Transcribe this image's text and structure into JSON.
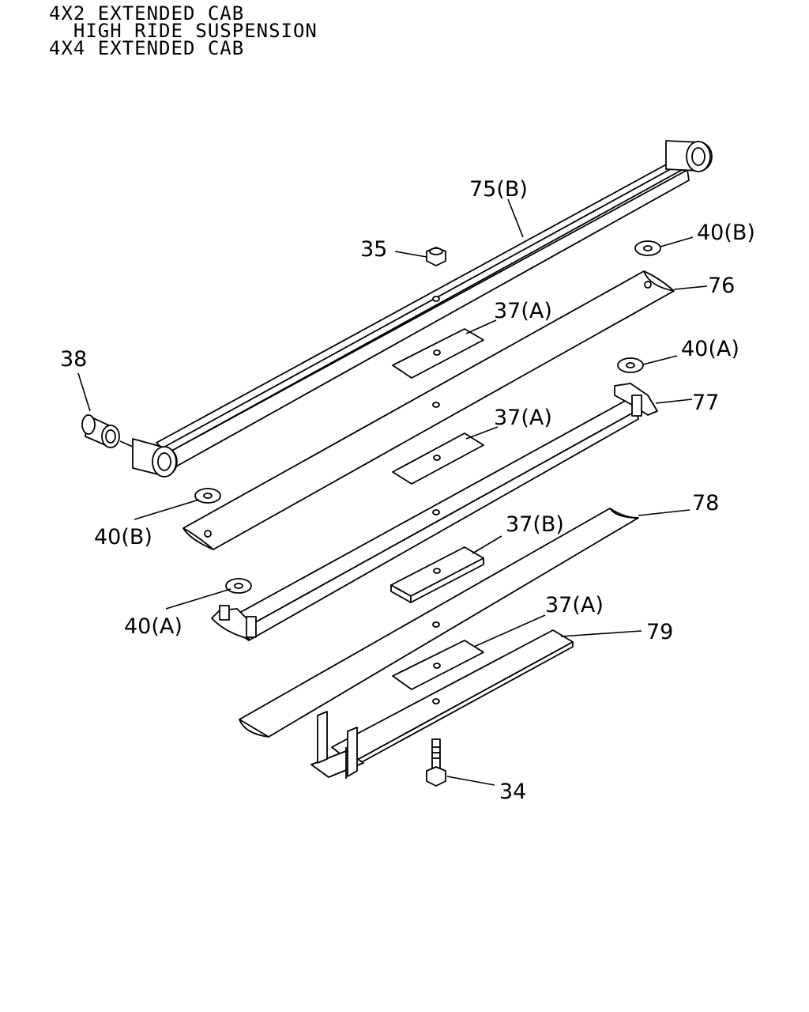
{
  "header": {
    "line1": "4X2 EXTENDED CAB",
    "line2": "  HIGH RIDE SUSPENSION",
    "line3": "4X4 EXTENDED CAB"
  },
  "callouts": {
    "c75b": "75(B)",
    "c35": "35",
    "c40b_top": "40(B)",
    "c76": "76",
    "c37a_1": "37(A)",
    "c38": "38",
    "c40a_top": "40(A)",
    "c77": "77",
    "c37a_2": "37(A)",
    "c40b_left": "40(B)",
    "c78": "78",
    "c37b": "37(B)",
    "c40a_left": "40(A)",
    "c37a_3": "37(A)",
    "c79": "79",
    "c34": "34"
  }
}
